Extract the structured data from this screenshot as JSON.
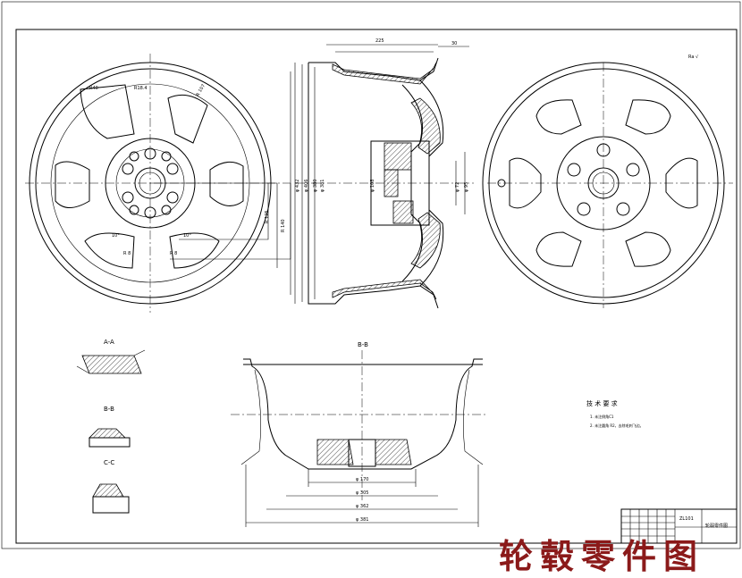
{
  "banner": {
    "title": "轮毂零件图",
    "color": "#8b1a1a"
  },
  "sheet": {
    "roughness_mark": "Ra √",
    "sections": {
      "aa": "A-A",
      "bb": "B-B",
      "cc": "C-C",
      "main_section": "B-B"
    },
    "notes": {
      "heading": "技 术 要 求",
      "line1": "1. 未注倒角C1",
      "line2": "2. 未注圆角 R2，去除毛刺飞边。"
    },
    "title_block": {
      "name": "轮毂零件图",
      "material": "ZL101"
    },
    "dims": {
      "bottom": [
        "φ 170",
        "φ 305",
        "φ 362",
        "φ 381"
      ],
      "side": [
        "φ 432",
        "φ 406",
        "φ 380",
        "φ 381"
      ],
      "top": "225",
      "right": "30",
      "hub": [
        "φ 72",
        "φ 95",
        "φ 108"
      ]
    }
  }
}
